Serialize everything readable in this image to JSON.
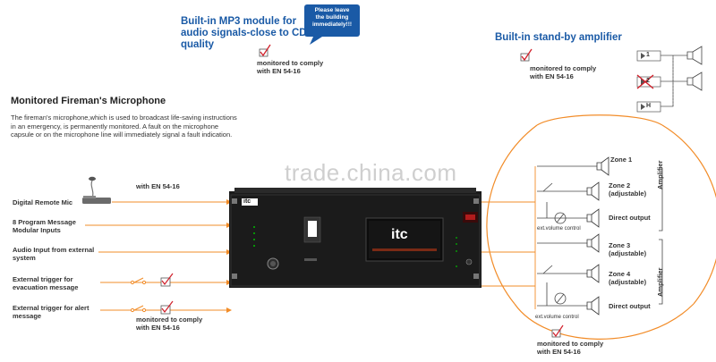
{
  "mp3": {
    "title_line1": "Built-in MP3 module for",
    "title_line2": "audio signals-close to CD",
    "title_line3": "quality",
    "note_line1": "Please leave",
    "note_line2": "the building",
    "note_line3": "immediately!!!",
    "monitor_line1": "monitored to comply",
    "monitor_line2": "with EN 54-16"
  },
  "standby": {
    "title": "Built-in stand-by amplifier",
    "monitor_line1": "monitored to comply",
    "monitor_line2": "with EN 54-16",
    "channels": [
      "1",
      "2",
      "H"
    ]
  },
  "fireman": {
    "title": "Monitored Fireman's Microphone",
    "desc_line1": "The fireman's microphone,which is used to broadcast life-saving instructions",
    "desc_line2": "in an emergency, is permanently monitored. A fault on the microphone",
    "desc_line3": "capsule or on the microphone line will immediately signal a fault indication.",
    "monitor_fragment": "with EN 54-16"
  },
  "watermark": "trade.china.com",
  "inputs": {
    "remote_mic": "Digital Remote Mic",
    "program_line1": "8 Program Message",
    "program_line2": "Modular Inputs",
    "audio_line1": "Audio Input from external",
    "audio_line2": "system",
    "evac_line1": "External trigger for",
    "evac_line2": "evacuation message",
    "alert_line1": "External trigger for alert",
    "alert_line2": "message",
    "monitor_line1": "monitored to comply",
    "monitor_line2": "with EN 54-16"
  },
  "device": {
    "logo": "itc",
    "screen_logo": "itc"
  },
  "zones": {
    "zone1": "Zone 1",
    "zone2_line1": "Zone 2",
    "zone2_line2": "(adjustable)",
    "direct1": "Direct output",
    "ext_volume1": "ext.volume control",
    "zone3_line1": "Zone 3",
    "zone3_line2": "(adjustable)",
    "zone4_line1": "Zone 4",
    "zone4_line2": "(adjustable)",
    "direct2": "Direct output",
    "ext_volume2": "ext.volume control",
    "amplifier1": "Amplifier",
    "amplifier2": "Amplifier",
    "monitor_line1": "monitored to comply",
    "monitor_line2": "with EN 54-16"
  },
  "colors": {
    "orange": "#f28c28",
    "blue": "#1a5aa6",
    "red": "#d11f2a",
    "panel": "#1b1b1b"
  }
}
